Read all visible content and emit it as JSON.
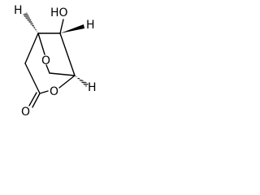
{
  "molecule": {
    "atoms": {
      "hydroxyl": "HO",
      "hydrogen_left": "H",
      "hydrogen_right": "H",
      "hydrogen_bottom": "H",
      "bridge_oxygen": "O",
      "ring_oxygen": "O",
      "carbonyl_oxygen": "O"
    }
  }
}
